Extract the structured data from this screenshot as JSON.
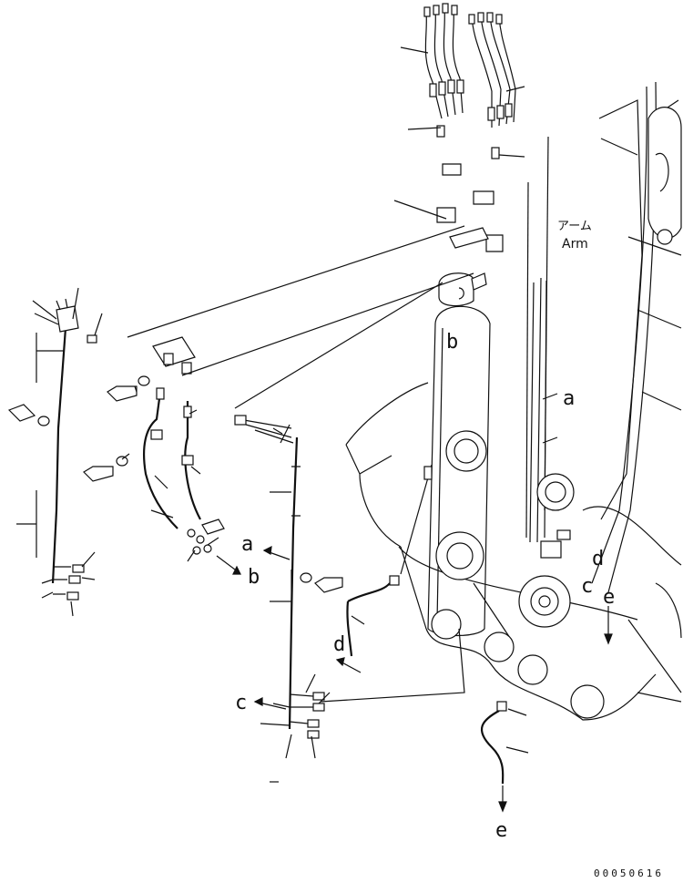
{
  "labels": {
    "arm_jp": "アーム",
    "arm_en": "Arm",
    "a": "a",
    "b": "b",
    "c": "c",
    "d": "d",
    "e": "e"
  },
  "drawing_number": "00050616"
}
